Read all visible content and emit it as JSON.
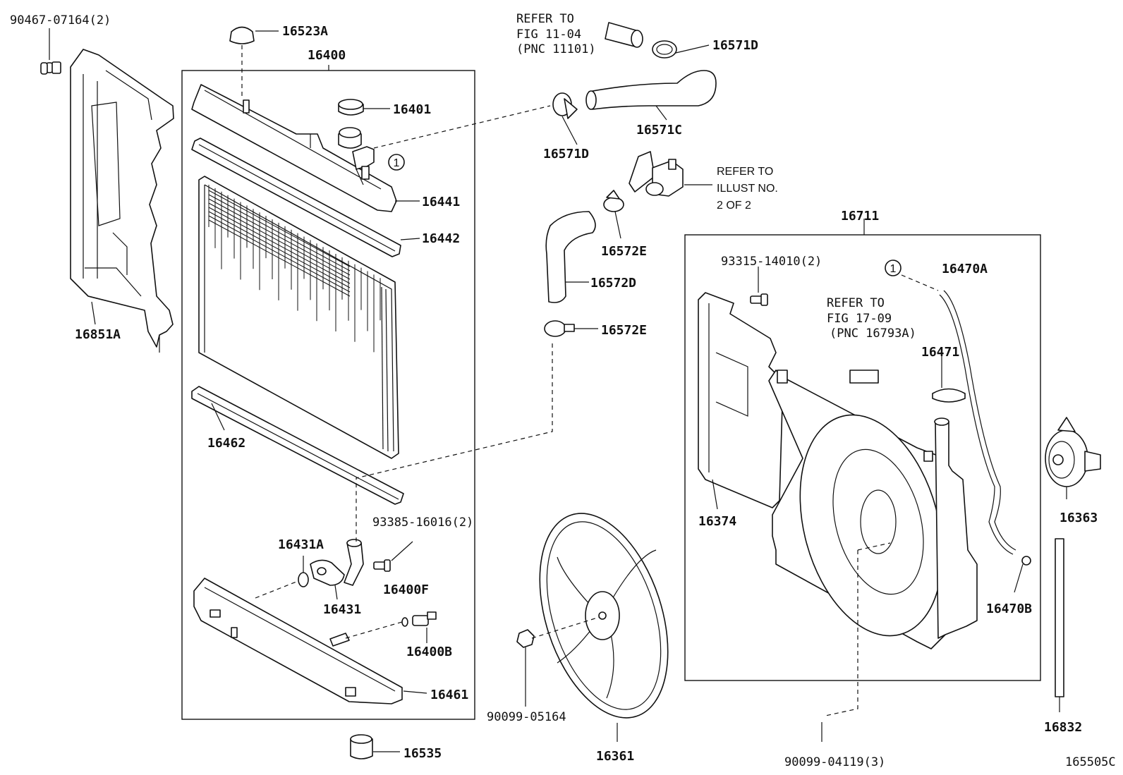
{
  "figure_code": "165505C",
  "assembly_labels": {
    "radiator_assy": "16400",
    "fan_shroud_assy": "16711"
  },
  "references": {
    "ref_1_line1": "REFER TO",
    "ref_1_line2": "FIG 11-04",
    "ref_1_line3": "(PNC 11101)",
    "ref_2_line1": "REFER TO",
    "ref_2_line2": "ILLUST NO.",
    "ref_2_line3": "2 OF 2",
    "ref_3_line1": "REFER TO",
    "ref_3_line2": "FIG 17-09",
    "ref_3_line3": "(PNC 16793A)"
  },
  "callout_marker": "1",
  "parts": [
    {
      "key": "p90467",
      "number": "90467-07164(2)"
    },
    {
      "key": "p16523A",
      "number": "16523A"
    },
    {
      "key": "p16401",
      "number": "16401"
    },
    {
      "key": "p16441",
      "number": "16441"
    },
    {
      "key": "p16442",
      "number": "16442"
    },
    {
      "key": "p16462",
      "number": "16462"
    },
    {
      "key": "p16851A",
      "number": "16851A"
    },
    {
      "key": "p16431A",
      "number": "16431A"
    },
    {
      "key": "p93385",
      "number": "93385-16016(2)"
    },
    {
      "key": "p16400F",
      "number": "16400F"
    },
    {
      "key": "p16431",
      "number": "16431"
    },
    {
      "key": "p16400B",
      "number": "16400B"
    },
    {
      "key": "p16461",
      "number": "16461"
    },
    {
      "key": "p16535",
      "number": "16535"
    },
    {
      "key": "p16571D_top",
      "number": "16571D"
    },
    {
      "key": "p16571C",
      "number": "16571C"
    },
    {
      "key": "p16571D_mid",
      "number": "16571D"
    },
    {
      "key": "p16572E_top",
      "number": "16572E"
    },
    {
      "key": "p16572D",
      "number": "16572D"
    },
    {
      "key": "p16572E_low",
      "number": "16572E"
    },
    {
      "key": "p90099_05164",
      "number": "90099-05164"
    },
    {
      "key": "p16361",
      "number": "16361"
    },
    {
      "key": "p93315",
      "number": "93315-14010(2)"
    },
    {
      "key": "p16470A",
      "number": "16470A"
    },
    {
      "key": "p16471",
      "number": "16471"
    },
    {
      "key": "p16374",
      "number": "16374"
    },
    {
      "key": "p16470B",
      "number": "16470B"
    },
    {
      "key": "p16363",
      "number": "16363"
    },
    {
      "key": "p16832",
      "number": "16832"
    },
    {
      "key": "p90099_04119",
      "number": "90099-04119(3)"
    }
  ]
}
